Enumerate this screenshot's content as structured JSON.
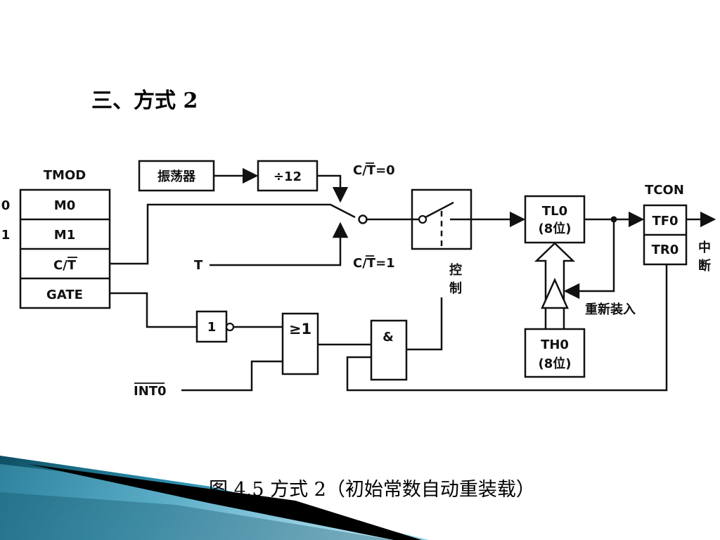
{
  "slide": {
    "title": "三、方式 2",
    "caption": "图  4.5 方式 2（初始常数自动重装载）"
  },
  "diagram": {
    "tmod": {
      "title": "TMOD",
      "cells": [
        "M0",
        "M1",
        "C/T",
        "GATE"
      ],
      "row_values": [
        "0",
        "1"
      ]
    },
    "oscillator": "振荡器",
    "divider": "÷12",
    "ct0": "C/T=0",
    "ct1": "C/T=1",
    "t_pin": "T",
    "not_gate": "1",
    "or_gate": "≥1",
    "and_gate": "&",
    "int0": "INT0",
    "control": [
      "控",
      "制"
    ],
    "tl0": [
      "TL0",
      "(8位)"
    ],
    "th0": [
      "TH0",
      "(8位)"
    ],
    "reload": "重新装入",
    "tcon": {
      "title": "TCON",
      "cells": [
        "TF0",
        "TR0"
      ]
    },
    "interrupt": [
      "中",
      "断"
    ]
  },
  "colors": {
    "stroke": "#111111",
    "banner_dark": "#0e4e63",
    "banner_mid": "#2b8fae",
    "banner_light": "#8fd0e6",
    "banner_black": "#000000"
  }
}
